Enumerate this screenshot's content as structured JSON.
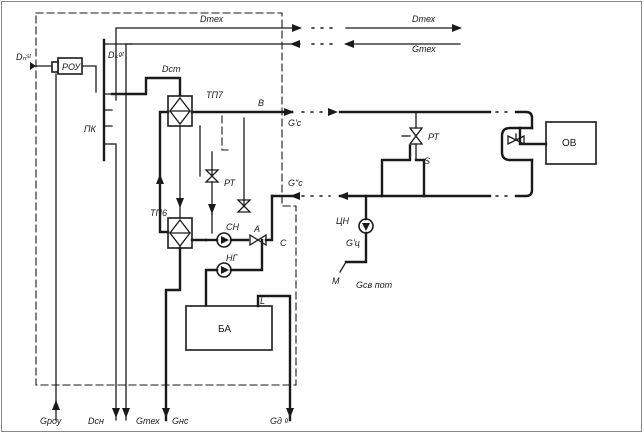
{
  "labels": {
    "d_n": "Dₙˢᵗ",
    "rou": "РОУ",
    "d_k": "Dₖᵍᵗ",
    "pk": "ПК",
    "d_teh_top": "Dтех",
    "d_teh_right": "Dтех",
    "g_teh_right": "Gтех",
    "d_st": "Dст",
    "tp7": "ТП7",
    "b": "B",
    "gc1": "G'с",
    "gc2": "G\"с",
    "rt_right": "РТ",
    "s": "S",
    "ov": "ОВ",
    "rt_left": "РТ",
    "tp6": "ТП6",
    "sn": "СН",
    "a": "A",
    "c": "C",
    "ng": "НГ",
    "l": "L",
    "ba": "БА",
    "cn": "ЦН",
    "gc_small": "G'ц",
    "m": "М",
    "g_sv": "Gсв пот",
    "g_rou": "Gроу",
    "d_sn": "Dсн",
    "g_teh_bottom": "Gтех",
    "g_ns": "Gнс",
    "g_d": "Gд ᵍ"
  }
}
